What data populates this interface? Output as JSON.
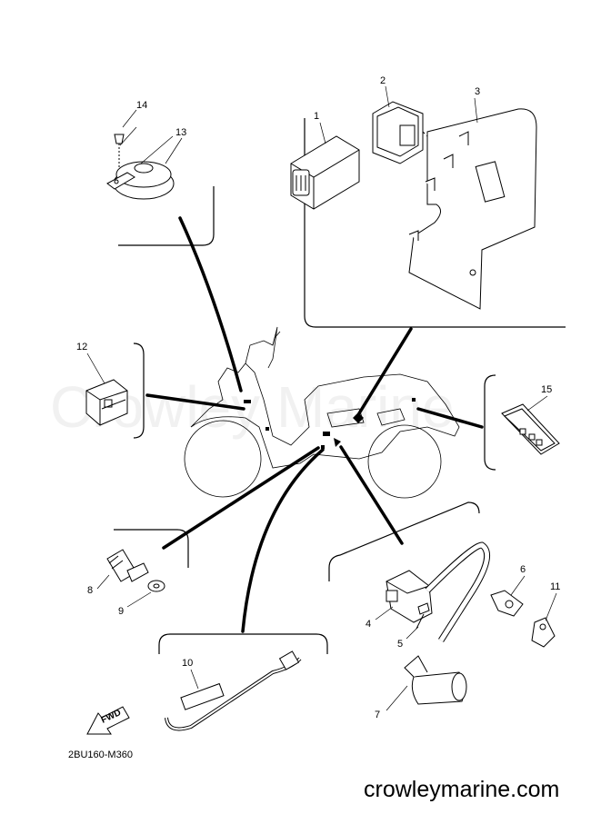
{
  "watermark": "Crowley Marine",
  "diagram_code": "2BU160-M360",
  "site_url": "crowleymarine.com",
  "fwd_label": "FWD",
  "callouts": {
    "c1": "1",
    "c2": "2",
    "c3": "3",
    "c4": "4",
    "c5": "5",
    "c6": "6",
    "c7": "7",
    "c8": "8",
    "c9": "9",
    "c10": "10",
    "c11": "11",
    "c12": "12",
    "c13": "13",
    "c14": "14",
    "c15": "15"
  }
}
